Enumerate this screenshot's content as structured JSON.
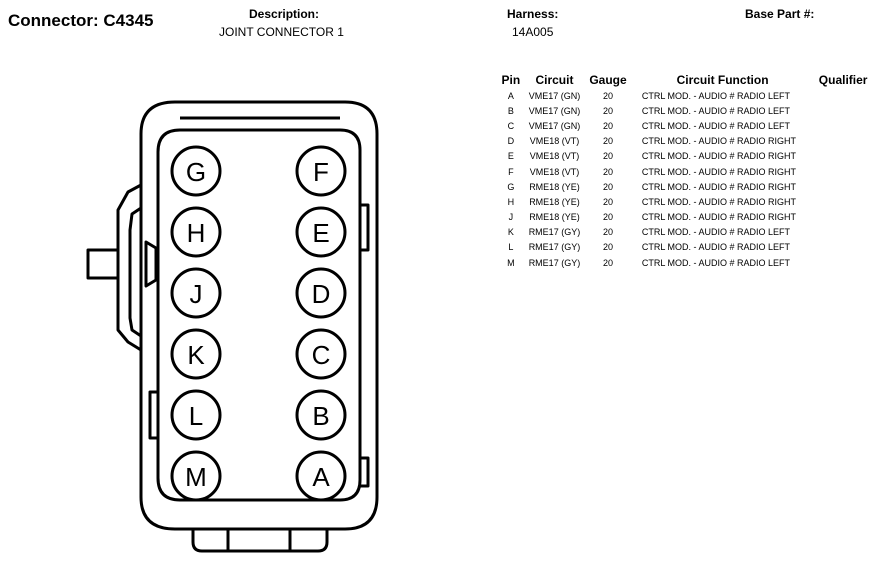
{
  "header": {
    "connector": "Connector: C4345",
    "description_label": "Description:",
    "description_value": "JOINT CONNECTOR 1",
    "harness_label": "Harness:",
    "harness_value": "14A005",
    "base_part_label": "Base Part #:"
  },
  "table": {
    "columns": [
      "Pin",
      "Circuit",
      "Gauge",
      "Circuit Function",
      "Qualifier"
    ],
    "rows": [
      {
        "pin": "A",
        "circuit": "VME17 (GN)",
        "gauge": "20",
        "function": "CTRL MOD. - AUDIO # RADIO LEFT",
        "qualifier": ""
      },
      {
        "pin": "B",
        "circuit": "VME17 (GN)",
        "gauge": "20",
        "function": "CTRL MOD. - AUDIO # RADIO LEFT",
        "qualifier": ""
      },
      {
        "pin": "C",
        "circuit": "VME17 (GN)",
        "gauge": "20",
        "function": "CTRL MOD. - AUDIO # RADIO LEFT",
        "qualifier": ""
      },
      {
        "pin": "D",
        "circuit": "VME18 (VT)",
        "gauge": "20",
        "function": "CTRL MOD. - AUDIO # RADIO RIGHT",
        "qualifier": ""
      },
      {
        "pin": "E",
        "circuit": "VME18 (VT)",
        "gauge": "20",
        "function": "CTRL MOD. - AUDIO # RADIO RIGHT",
        "qualifier": ""
      },
      {
        "pin": "F",
        "circuit": "VME18 (VT)",
        "gauge": "20",
        "function": "CTRL MOD. - AUDIO # RADIO RIGHT",
        "qualifier": ""
      },
      {
        "pin": "G",
        "circuit": "RME18 (YE)",
        "gauge": "20",
        "function": "CTRL MOD. - AUDIO # RADIO RIGHT",
        "qualifier": ""
      },
      {
        "pin": "H",
        "circuit": "RME18 (YE)",
        "gauge": "20",
        "function": "CTRL MOD. - AUDIO # RADIO RIGHT",
        "qualifier": ""
      },
      {
        "pin": "J",
        "circuit": "RME18 (YE)",
        "gauge": "20",
        "function": "CTRL MOD. - AUDIO # RADIO RIGHT",
        "qualifier": ""
      },
      {
        "pin": "K",
        "circuit": "RME17 (GY)",
        "gauge": "20",
        "function": "CTRL MOD. - AUDIO # RADIO LEFT",
        "qualifier": ""
      },
      {
        "pin": "L",
        "circuit": "RME17 (GY)",
        "gauge": "20",
        "function": "CTRL MOD. - AUDIO # RADIO LEFT",
        "qualifier": ""
      },
      {
        "pin": "M",
        "circuit": "RME17 (GY)",
        "gauge": "20",
        "function": "CTRL MOD. - AUDIO # RADIO LEFT",
        "qualifier": ""
      }
    ]
  },
  "diagram": {
    "left_column_pins": [
      "G",
      "H",
      "J",
      "K",
      "L",
      "M"
    ],
    "right_column_pins": [
      "F",
      "E",
      "D",
      "C",
      "B",
      "A"
    ]
  }
}
